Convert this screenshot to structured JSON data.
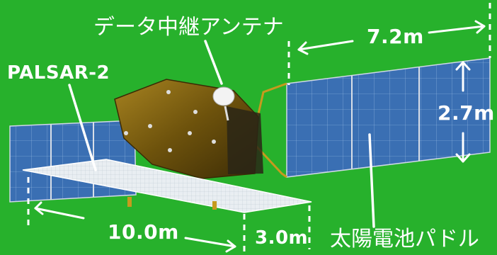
{
  "labels": {
    "relay_antenna": "データ中継アンテナ",
    "palsar": "PALSAR-2",
    "width_total": "7.2m",
    "height_panel": "2.7m",
    "length_antenna": "10.0m",
    "width_antenna": "3.0m",
    "solar_paddle": "太陽電池パドル"
  },
  "colors": {
    "background": "#27b12c",
    "panel": "#3a6fb3",
    "body": "#8a6a12",
    "annotation": "#ffffff"
  }
}
